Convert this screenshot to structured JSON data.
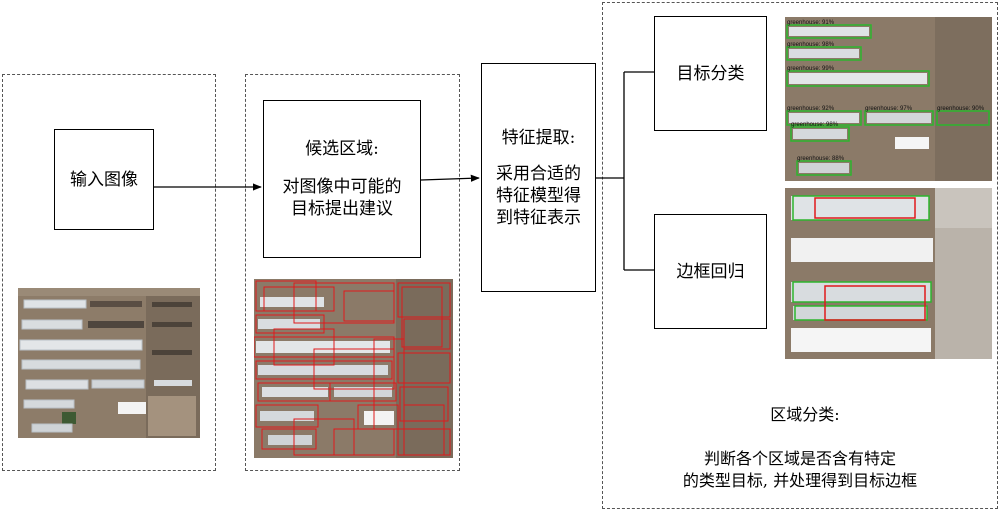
{
  "stage1": {
    "label": "输入图像"
  },
  "stage2": {
    "title": "候选区域:",
    "desc": [
      "对图像中可能的",
      "目标提出建议"
    ]
  },
  "stage3": {
    "title": "特征提取:",
    "desc": [
      "采用合适的",
      "特征模型得",
      "到特征表示"
    ]
  },
  "stage4": {
    "classify_label": "目标分类",
    "regress_label": "边框回归",
    "title": "区域分类:",
    "desc": [
      "判断各个区域是否含有特定",
      "的类型目标, 并处理得到目标边框"
    ]
  },
  "detections": [
    "greenhouse: 91%",
    "greenhouse: 98%",
    "greenhouse: 99%",
    "greenhouse: 92%",
    "greenhouse: 97%",
    "greenhouse: 90%",
    "greenhouse: 98%",
    "greenhouse: 88%"
  ],
  "colors": {
    "proposal": "#e0191b",
    "detection": "#2db52d",
    "soil": "#8b7a68",
    "greenhouse": "#dfe3e6"
  }
}
